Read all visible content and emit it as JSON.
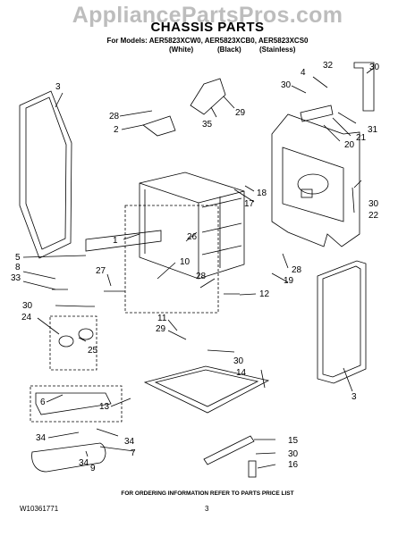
{
  "watermark": "AppliancePartsPros.com",
  "title": "CHASSIS PARTS",
  "models_line": "For Models: AER5823XCW0, AER5823XCB0, AER5823XCS0",
  "finishes": [
    "(White)",
    "(Black)",
    "(Stainless)"
  ],
  "callouts": [
    "3",
    "28",
    "2",
    "35",
    "29",
    "4",
    "32",
    "30",
    "30",
    "31",
    "21",
    "20",
    "18",
    "17",
    "30",
    "22",
    "26",
    "1",
    "10",
    "5",
    "8",
    "27",
    "28",
    "33",
    "28",
    "19",
    "12",
    "30",
    "24",
    "25",
    "11",
    "29",
    "30",
    "14",
    "3",
    "13",
    "6",
    "34",
    "34",
    "7",
    "34",
    "15",
    "30",
    "16",
    "9"
  ],
  "footer_note": "FOR ORDERING INFORMATION REFER TO PARTS PRICE LIST",
  "doc_number": "W10361771",
  "page_number": "3"
}
